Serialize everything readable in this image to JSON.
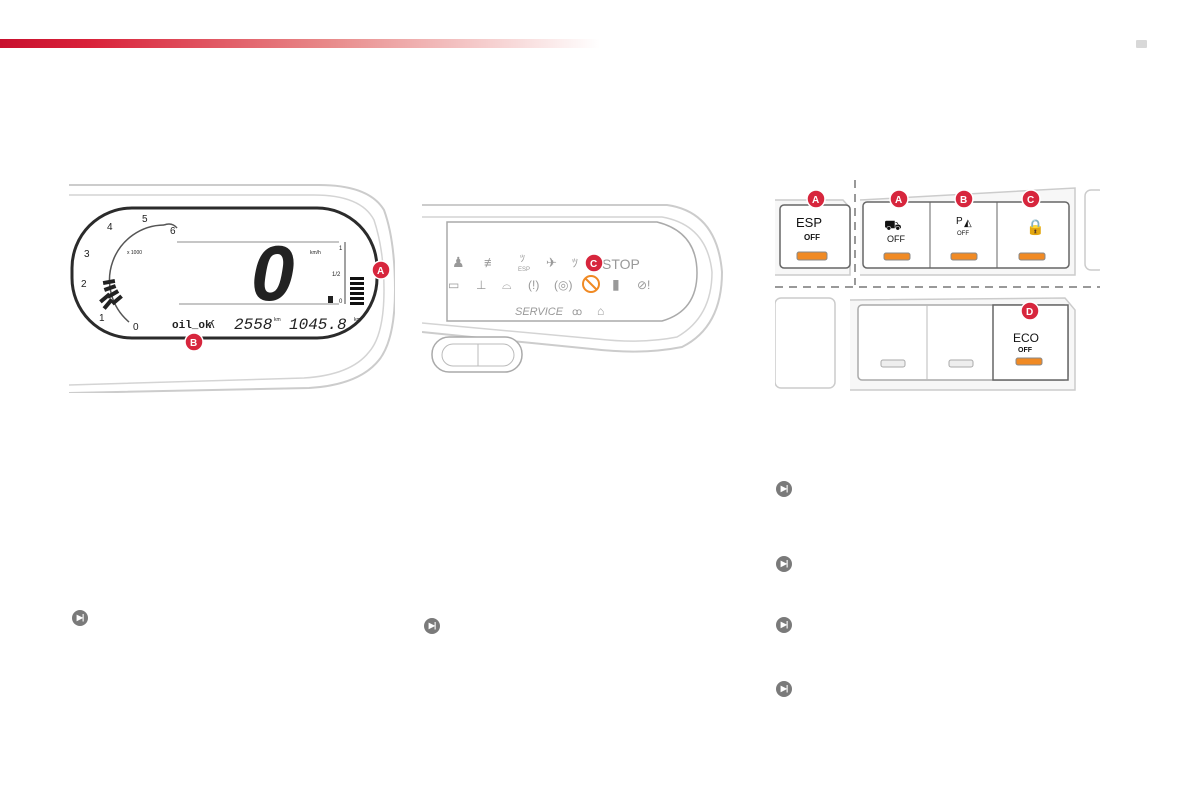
{
  "page": {
    "accent_color": "#c8102e",
    "callout_color": "#d7263d",
    "button_led_color": "#f08a24"
  },
  "cluster": {
    "tach_numbers": [
      "0",
      "1",
      "2",
      "3",
      "4",
      "5",
      "6"
    ],
    "tach_multiplier": "x 1000",
    "speed": "0",
    "speed_unit": "km/h",
    "fuel_full": "1",
    "fuel_half": "1/2",
    "fuel_empty": "0",
    "oil_message": "oil_ok",
    "odometer": "2558",
    "odometer_unit": "km",
    "trip": "1045.8",
    "trip_unit": "km",
    "callout_a": "A",
    "callout_b": "B"
  },
  "warning_panel": {
    "esp_text": "ESP",
    "stop_text": "STOP",
    "service_text": "SERVICE",
    "callout_c": "C"
  },
  "switches": {
    "esp_label": "ESP",
    "esp_off": "OFF",
    "traction_off": "OFF",
    "park_sensor_off": "OFF",
    "park_sensor_p": "P",
    "eco_label": "ECO",
    "eco_off": "OFF",
    "callout_a1": "A",
    "callout_a2": "A",
    "callout_b": "B",
    "callout_c": "C",
    "callout_d": "D"
  },
  "bullets": [
    "next-icon",
    "next-icon",
    "next-icon",
    "next-icon",
    "next-icon",
    "next-icon"
  ]
}
